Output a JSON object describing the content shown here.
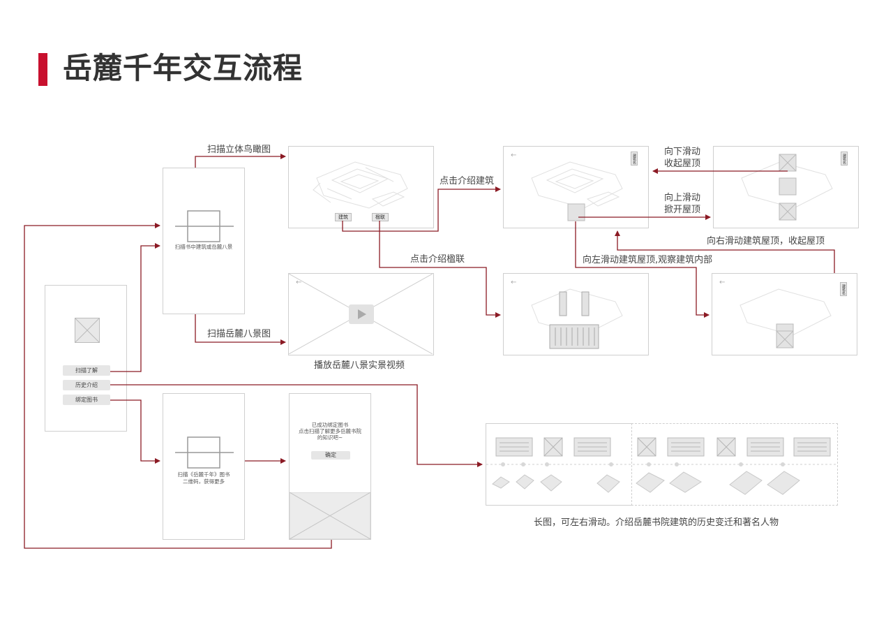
{
  "title": "岳麓千年交互流程",
  "colors": {
    "accent": "#c8102e",
    "arrow": "#8b1a24",
    "wire": "#cfcfcf"
  },
  "home": {
    "buttons": [
      "扫描了解",
      "历史介绍",
      "绑定图书"
    ]
  },
  "scan_screen": {
    "caption": "扫描书中建筑或岳麓八景"
  },
  "bind_scan_screen": {
    "caption_line1": "扫描《岳麓千年》图书",
    "caption_line2": "二维码，获得更多"
  },
  "bind_success": {
    "line1": "已成功绑定图书",
    "line2": "点击扫描了解更多岳麓书院",
    "line3": "的知识吧~",
    "confirm": "确定"
  },
  "birdview": {
    "btn_building": "建筑",
    "btn_couplet": "楹联"
  },
  "labels": {
    "scan_birdview": "扫描立体鸟瞰图",
    "scan_eight": "扫描岳麓八景图",
    "tap_building": "点击介绍建筑",
    "tap_couplet": "点击介绍楹联",
    "play_video": "播放岳麓八景实景视频",
    "swipe_down_1": "向下滑动",
    "swipe_down_2": "收起屋顶",
    "swipe_up_1": "向上滑动",
    "swipe_up_2": "掀开屋顶",
    "swipe_right": "向右滑动建筑屋顶，收起屋顶",
    "swipe_left": "向左滑动建筑屋顶,观察建筑内部",
    "long_image": "长图，可左右滑动。介绍岳麓书院建筑的历史变迁和著名人物"
  },
  "screen_tags": {
    "tag_a": "建筑名称",
    "tag_b": "建筑名称",
    "tag_c": "建筑名称"
  }
}
